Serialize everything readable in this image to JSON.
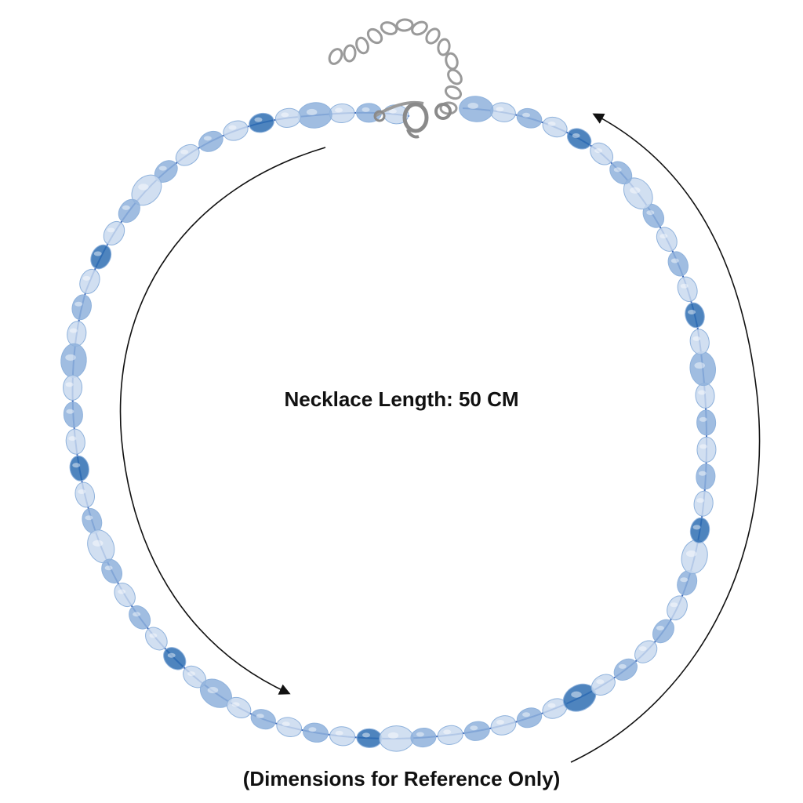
{
  "product_image": {
    "subject": "necklace",
    "icons": [
      "bead-necklace-icon",
      "chain-extender-icon",
      "lobster-clasp-icon",
      "arrow-icon"
    ],
    "colors": {
      "background": "#ffffff",
      "bead_light": "#c9d9ee",
      "bead_mid": "#8fb2dc",
      "bead_dark": "#2f6fb3",
      "string": "#3b66b8",
      "metal": "#9a9a9a",
      "text": "#111111"
    }
  },
  "labels": {
    "length": "Necklace Length: 50 CM",
    "note": "(Dimensions for Reference Only)"
  }
}
